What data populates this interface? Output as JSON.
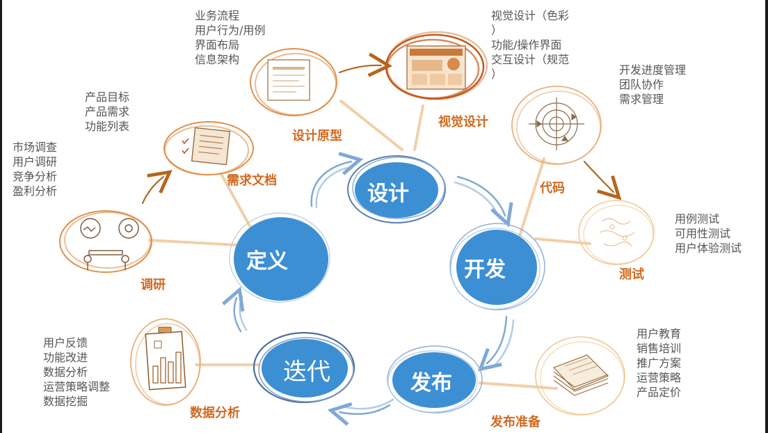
{
  "colors": {
    "accent_orange": "#d2691e",
    "stage_blue": "#3d8fd4",
    "cycle_stroke": "#7fa9d6",
    "connector": "#f0c9a0",
    "text_gray": "#555555"
  },
  "stages": {
    "design": "设计",
    "develop": "开发",
    "release": "发布",
    "iterate": "迭代",
    "define": "定义"
  },
  "nodes": {
    "research": {
      "label": "调研",
      "icon": "meeting-sketch-icon",
      "notes": [
        "市场调查",
        "用户调研",
        "竞争分析",
        "盈利分析"
      ]
    },
    "requirements_doc": {
      "label": "需求文档",
      "icon": "document-checklist-icon",
      "notes": [
        "产品目标",
        "产品需求",
        "功能列表"
      ]
    },
    "prototype": {
      "label": "设计原型",
      "icon": "wireframe-icon",
      "notes": [
        "业务流程",
        "用户行为/用例",
        "界面布局",
        "信息架构"
      ]
    },
    "visual_design": {
      "label": "视觉设计",
      "icon": "visual-mockup-icon",
      "notes": [
        "视觉设计（色彩",
        "）",
        "功能/操作界面",
        "交互设计（规范",
        "）"
      ]
    },
    "code": {
      "label": "代码",
      "icon": "target-chart-icon",
      "notes": [
        "开发进度管理",
        "团队协作",
        "需求管理"
      ]
    },
    "testing": {
      "label": "测试",
      "icon": "test-sketch-icon",
      "notes": [
        "用例测试",
        "可用性测试",
        "用户体验测试"
      ]
    },
    "release_prep": {
      "label": "发布准备",
      "icon": "paper-stack-icon",
      "notes": [
        "用户教育",
        "销售培训",
        "推广方案",
        "运营策略",
        "产品定价"
      ]
    },
    "data_analysis": {
      "label": "数据分析",
      "icon": "bar-chart-board-icon",
      "notes": [
        "用户反馈",
        "功能改进",
        "数据分析",
        "运营策略调整",
        "数据挖掘"
      ]
    }
  }
}
